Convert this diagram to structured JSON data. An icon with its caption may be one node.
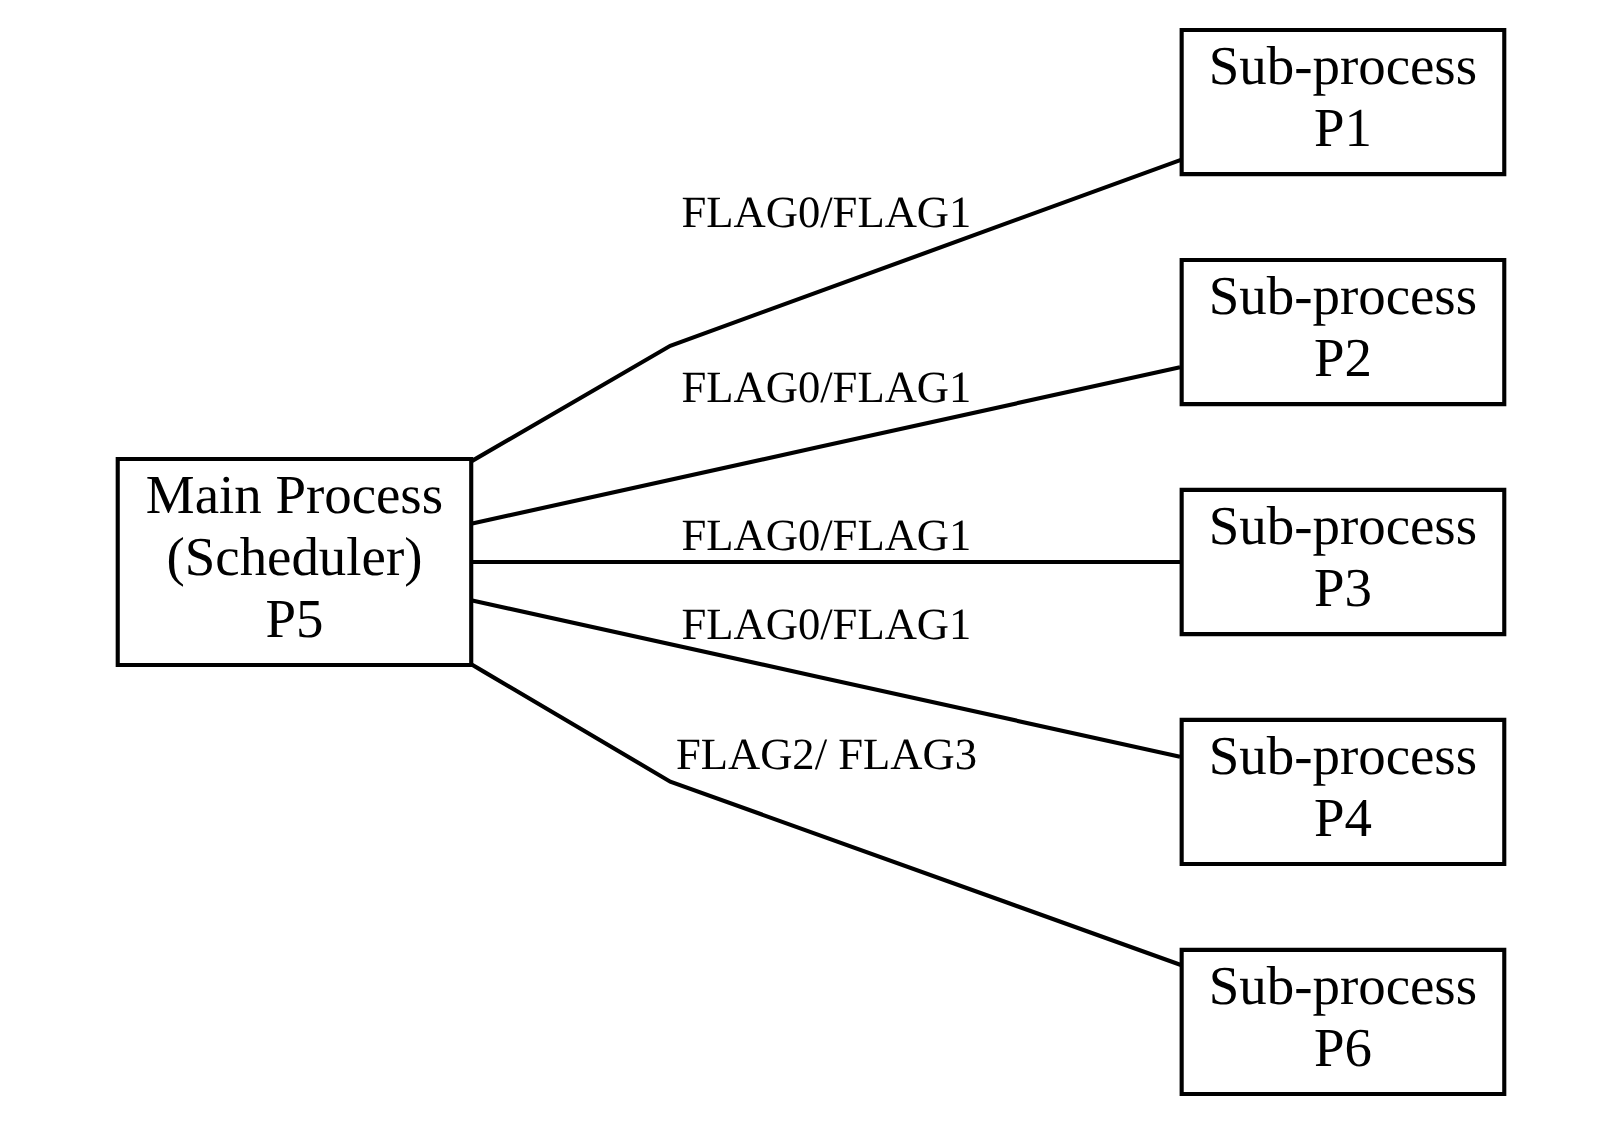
{
  "diagram": {
    "nodes": [
      {
        "text": [
          "Main Process (Scheduler) P5"
        ]
      },
      {
        "text": [
          "Sub-process P1"
        ]
      },
      {
        "text": [
          "Sub-process P2"
        ]
      },
      {
        "text": [
          "Sub-process P3"
        ]
      },
      {
        "text": [
          "Sub-process P4"
        ]
      },
      {
        "text": [
          "Sub-process P6"
        ]
      }
    ],
    "edges": [
      {
        "from": 0,
        "to": 1,
        "arrow": "none",
        "label": "FLAG0/FLAG1"
      },
      {
        "from": 0,
        "to": 2,
        "arrow": "none",
        "label": "FLAG0/FLAG1"
      },
      {
        "from": 0,
        "to": 3,
        "arrow": "none",
        "label": "FLAG0/FLAG1"
      },
      {
        "from": 0,
        "to": 4,
        "arrow": "none",
        "label": "FLAG0/FLAG1"
      },
      {
        "from": 0,
        "to": 5,
        "arrow": "none",
        "label": "FLAG2/ FLAG3"
      }
    ]
  }
}
